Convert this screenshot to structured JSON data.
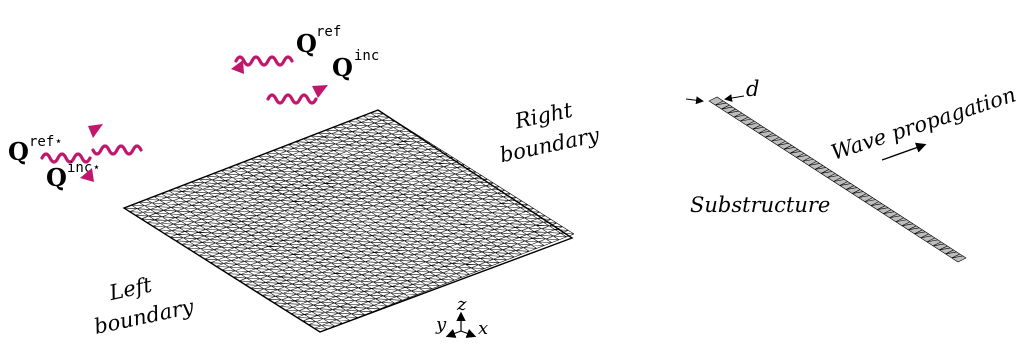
{
  "waves": {
    "q_ref": {
      "symbol": "Q",
      "superscript": "ref"
    },
    "q_inc": {
      "symbol": "Q",
      "superscript": "inc"
    },
    "q_ref_star": {
      "symbol": "Q",
      "superscript": "ref⋆"
    },
    "q_inc_star": {
      "symbol": "Q",
      "superscript": "inc⋆"
    }
  },
  "labels": {
    "right_boundary": [
      "Right",
      "boundary"
    ],
    "left_boundary": [
      "Left",
      "boundary"
    ],
    "substructure": "Substructure",
    "wave_propagation": "Wave propagation",
    "thickness": "d"
  },
  "axes": {
    "x": "x",
    "y": "y",
    "z": "z"
  },
  "colors": {
    "wave": "#c0176d",
    "mesh": "#000000"
  }
}
